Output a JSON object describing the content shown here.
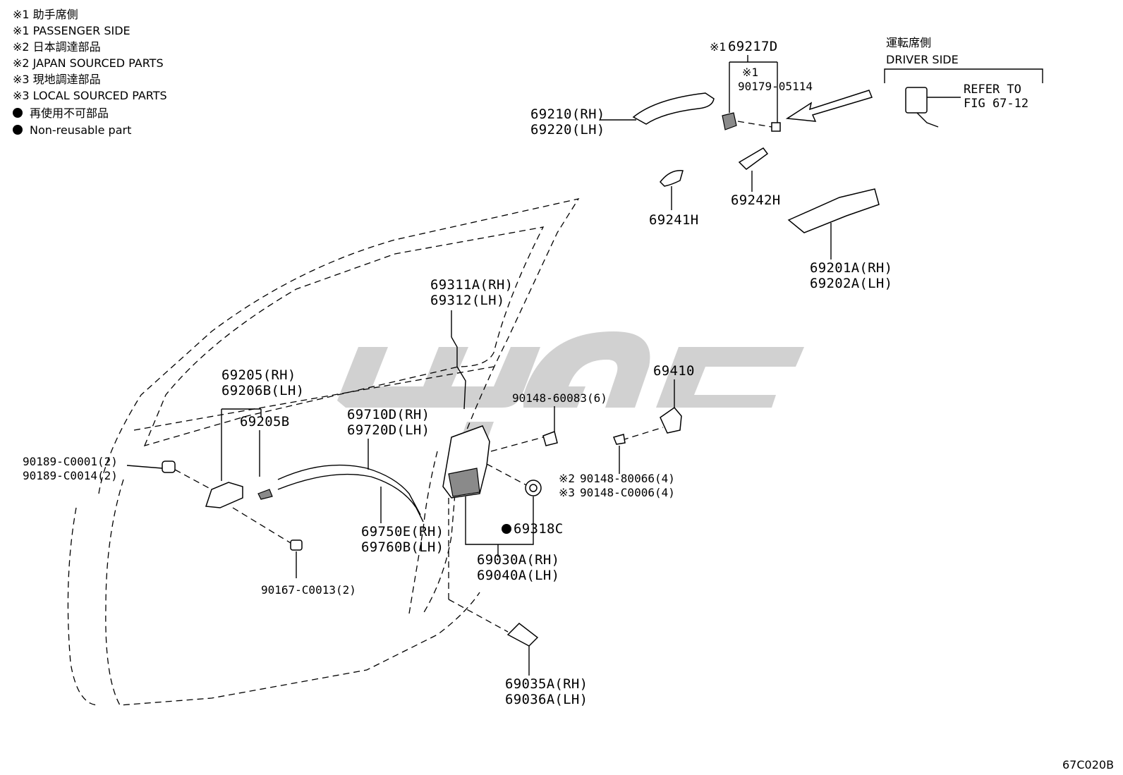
{
  "legend": [
    "※1 助手席側",
    "※1 PASSENGER SIDE",
    "※2 日本調達部品",
    "※2 JAPAN SOURCED PARTS",
    "※3 現地調達部品",
    "※3 LOCAL SOURCED PARTS",
    "再使用不可部品",
    "Non-reusable part"
  ],
  "driver_side": {
    "label_jp": "運転席側",
    "label_en": "DRIVER SIDE",
    "refer_1": "REFER TO",
    "refer_2": "FIG 67-12"
  },
  "notes": {
    "mark1": "※1",
    "mark2": "※2",
    "mark3": "※3"
  },
  "parts": {
    "p69210": "69210(RH)",
    "p69220": "69220(LH)",
    "p69217D": "69217D",
    "p90179": "90179-05114",
    "p69242H": "69242H",
    "p69241H": "69241H",
    "p69201A": "69201A(RH)",
    "p69202A": "69202A(LH)",
    "p69311A": "69311A(RH)",
    "p69312": "69312(LH)",
    "p69205": "69205(RH)",
    "p69206B": "69206B(LH)",
    "p69205B": "69205B",
    "p90189a": "90189-C0001(2)",
    "p90189b": "90189-C0014(2)",
    "p90167": "90167-C0013(2)",
    "p69710D": "69710D(RH)",
    "p69720D": "69720D(LH)",
    "p69750E": "69750E(RH)",
    "p69760B": "69760B(LH)",
    "p69030A": "69030A(RH)",
    "p69040A": "69040A(LH)",
    "p69318C": "69318C",
    "p90148_60083": "90148-60083(6)",
    "p69410": "69410",
    "p90148_80066": "90148-80066(4)",
    "p90148_C0006": "90148-C0006(4)",
    "p69035A": "69035A(RH)",
    "p69036A": "69036A(LH)"
  },
  "figure_code": "67C020B"
}
